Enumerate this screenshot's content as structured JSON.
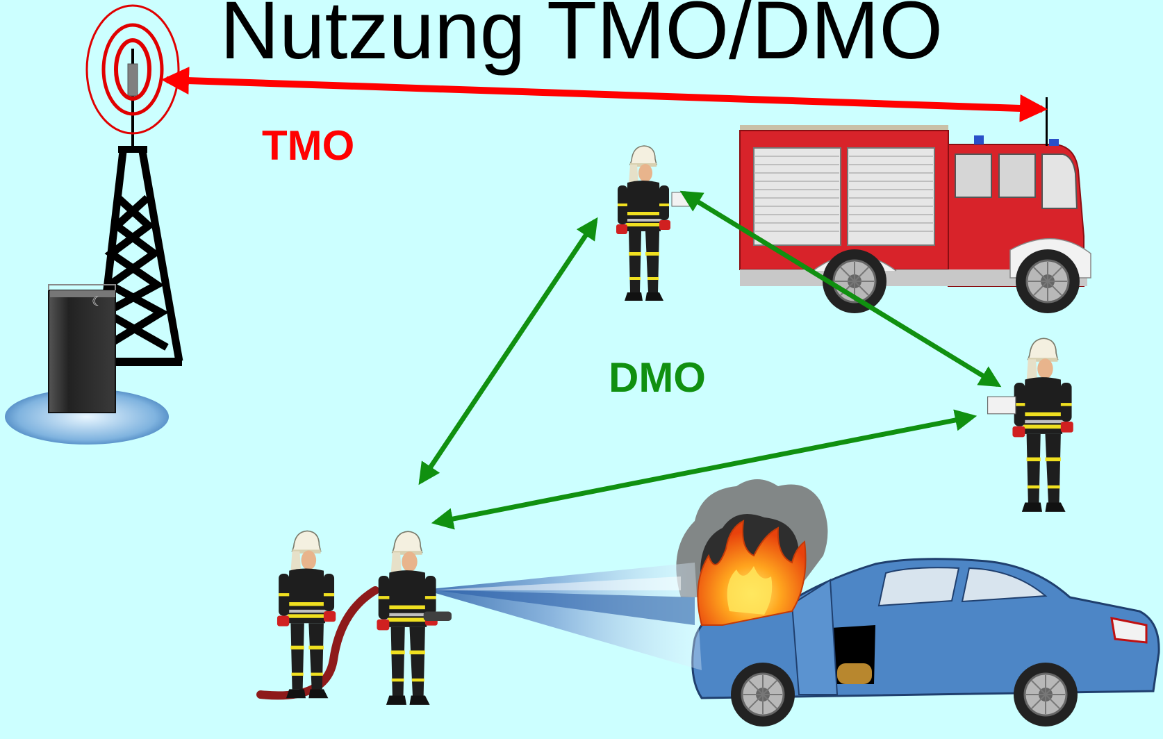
{
  "title": "Nutzung TMO/DMO",
  "labels": {
    "tmo": "TMO",
    "dmo": "DMO"
  },
  "colors": {
    "background": "#CCFFFF",
    "tmo": "#FF0000",
    "dmo": "#109010",
    "truck": "#D8232A",
    "car": "#4D86C6",
    "uniform": "#1E1E1E",
    "reflective": "#F0E020"
  },
  "icons": [
    "radio-tower-icon",
    "fire-truck-icon",
    "firefighter-icon",
    "burning-car-icon",
    "water-jet-icon"
  ]
}
